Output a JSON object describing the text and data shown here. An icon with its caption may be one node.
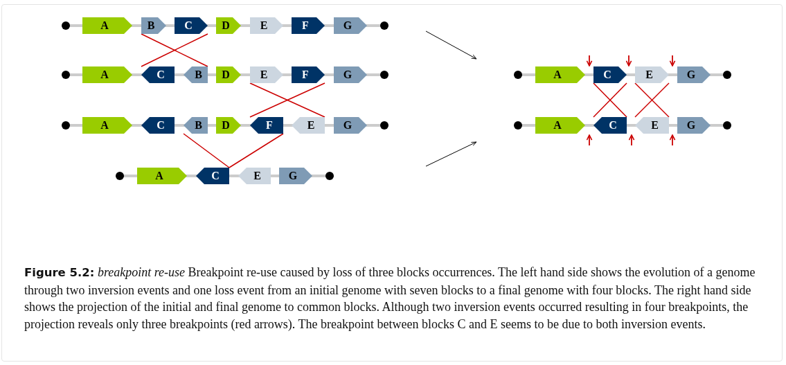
{
  "diagram": {
    "caption": "**Figure 5.2:** *breakpoint re-use* Breakpoint re-use caused by loss of three blocks occurrences. The left hand side shows the evolution of a genome through two inversion events and one loss event from an initial genome with seven blocks to a final genome with four blocks. The right hand side shows the projection of the initial and final genome to common blocks.  Although two inversion events occurred resulting in four breakpoints, the projection reveals only three breakpoints (red arrows). The breakpoint between blocks C and E seems to be due to both inversion events.",
    "nodes": [
      {
        "text": [],
        "shape": "bar"
      },
      {
        "text": [
          "A"
        ],
        "in": 0
      },
      {
        "text": [
          "B"
        ],
        "in": 0
      },
      {
        "text": [
          "C"
        ],
        "in": 0
      },
      {
        "text": [
          "D"
        ],
        "in": 0
      },
      {
        "text": [
          "E"
        ],
        "in": 0
      },
      {
        "text": [
          "F"
        ],
        "in": 0
      },
      {
        "text": [
          "G"
        ],
        "in": 0
      },
      {
        "text": [],
        "shape": "bar"
      },
      {
        "text": [
          "A"
        ],
        "in": 8
      },
      {
        "text": [
          "C"
        ],
        "in": 8
      },
      {
        "text": [
          "B"
        ],
        "in": 8
      },
      {
        "text": [
          "D"
        ],
        "in": 8
      },
      {
        "text": [
          "E"
        ],
        "in": 8
      },
      {
        "text": [
          "F"
        ],
        "in": 8
      },
      {
        "text": [
          "G"
        ],
        "in": 8
      },
      {
        "text": [],
        "shape": "bar"
      },
      {
        "text": [
          "A"
        ],
        "in": 16
      },
      {
        "text": [
          "C"
        ],
        "in": 16
      },
      {
        "text": [
          "B"
        ],
        "in": 16
      },
      {
        "text": [
          "D"
        ],
        "in": 16
      },
      {
        "text": [
          "F"
        ],
        "in": 16
      },
      {
        "text": [
          "E"
        ],
        "in": 16
      },
      {
        "text": [
          "G"
        ],
        "in": 16
      },
      {
        "text": [],
        "shape": "bar"
      },
      {
        "text": [
          "A"
        ],
        "in": 24
      },
      {
        "text": [
          "C"
        ],
        "in": 24
      },
      {
        "text": [
          "E"
        ],
        "in": 24
      },
      {
        "text": [
          "G"
        ],
        "in": 24
      },
      {
        "text": [],
        "shape": "bar"
      },
      {
        "text": [
          "A"
        ],
        "in": 29
      },
      {
        "text": [
          "C"
        ],
        "in": 29
      },
      {
        "text": [
          "E"
        ],
        "in": 29
      },
      {
        "text": [
          "G"
        ],
        "in": 29
      },
      {
        "text": [],
        "shape": "bar"
      },
      {
        "text": [
          "A"
        ],
        "in": 34
      },
      {
        "text": [
          "C"
        ],
        "in": 34
      },
      {
        "text": [
          "E"
        ],
        "in": 34
      },
      {
        "text": [
          "G"
        ],
        "in": 34
      }
    ],
    "edges": [
      {
        "from": 2,
        "to": 11,
        "arrow": "none"
      },
      {
        "from": 3,
        "to": 10,
        "arrow": "none"
      },
      {
        "from": 13,
        "to": 22,
        "arrow": "none"
      },
      {
        "from": 14,
        "to": 21,
        "arrow": "none"
      },
      {
        "from": 19,
        "to": 26,
        "arrow": "none"
      },
      {
        "from": 21,
        "to": 26,
        "arrow": "none"
      },
      {
        "from": 31,
        "to": 36,
        "arrow": "none"
      },
      {
        "from": 31,
        "to": 36,
        "arrow": "none"
      },
      {
        "from": 32,
        "to": 37,
        "arrow": "none"
      },
      {
        "from": 32,
        "to": 37,
        "arrow": "none"
      }
    ]
  }
}
